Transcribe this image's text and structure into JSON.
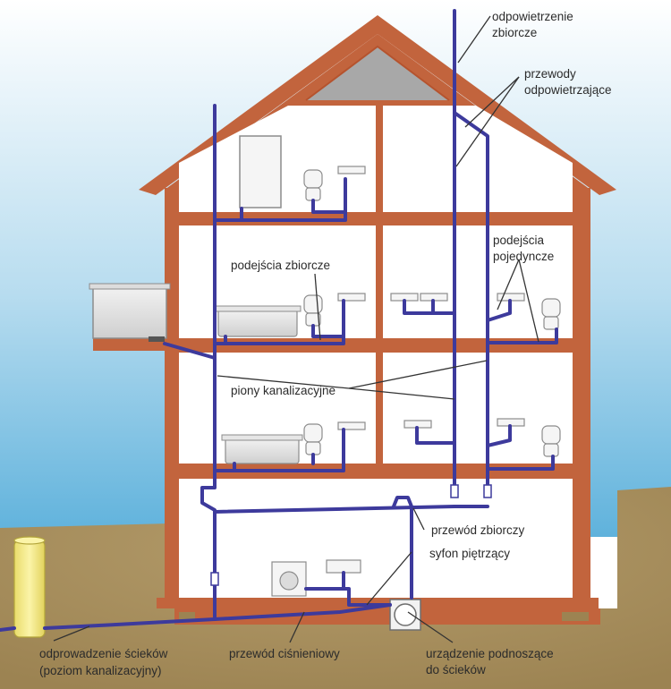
{
  "labels": {
    "collective_vent_line1": "odpowietrzenie",
    "collective_vent_line2": "zbiorcze",
    "vent_pipes_line1": "przewody",
    "vent_pipes_line2": "odpowietrzające",
    "collective_branches": "podejścia zbiorcze",
    "single_branches_line1": "podejścia",
    "single_branches_line2": "pojedyncze",
    "sewer_stacks": "piony kanalizacyjne",
    "collector_pipe": "przewód zbiorczy",
    "backwater_trap": "syfon piętrzący",
    "drain_line1": "odprowadzenie ścieków",
    "drain_line2": "(poziom kanalizacyjny)",
    "pressure_pipe": "przewód ciśnieniowy",
    "lifting_device_line1": "urządzenie podnoszące",
    "lifting_device_line2": "do ścieków"
  },
  "colors": {
    "sky_top": "#ffffff",
    "sky_bottom": "#5fb2dc",
    "ground": "#a88f5c",
    "wall": "#c2643d",
    "interior": "#ffffff",
    "attic": "#a8a8a8",
    "pipe": "#3d3a9c",
    "tank": "#f0e68a",
    "label_text": "#2b2b2b",
    "leader": "#333333"
  }
}
